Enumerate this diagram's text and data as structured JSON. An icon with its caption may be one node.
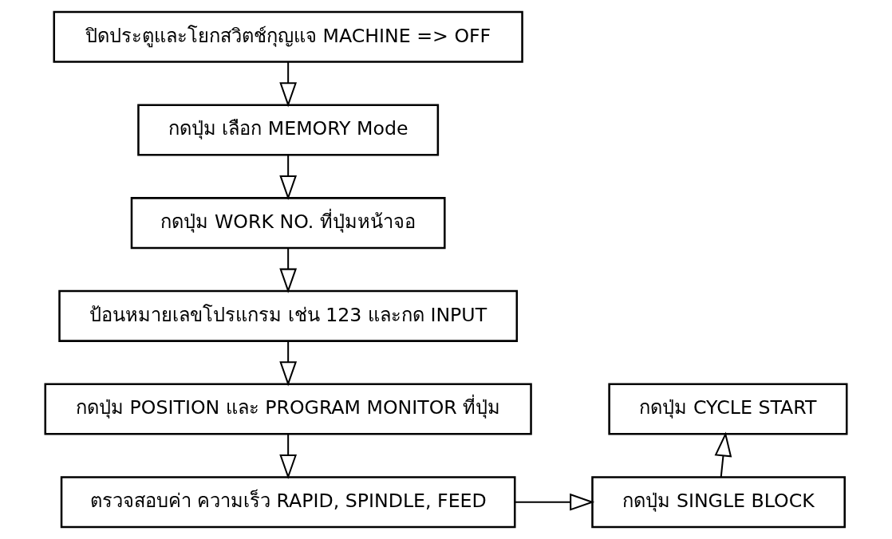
{
  "diagram": {
    "nodes": [
      {
        "text": [
          "ปิดประตูและโยกสวิตช์กุญแจ MACHINE => OFF"
        ]
      },
      {
        "text": [
          "กดปุ่ม เลือก MEMORY Mode"
        ]
      },
      {
        "text": [
          "กดปุ่ม WORK NO. ที่ปุ่มหน้าจอ"
        ]
      },
      {
        "text": [
          "ป้อนหมายเลขโปรแกรม เช่น 123 และกด INPUT"
        ]
      },
      {
        "text": [
          "กดปุ่ม POSITION และ PROGRAM MONITOR ที่ปุ่ม"
        ]
      },
      {
        "text": [
          "ตรวจสอบค่า ความเร็ว RAPID, SPINDLE, FEED"
        ]
      },
      {
        "text": [
          "กดปุ่ม CYCLE START"
        ]
      },
      {
        "text": [
          "กดปุ่ม SINGLE BLOCK"
        ]
      }
    ],
    "edges": [
      {
        "from": 0,
        "to": 1,
        "arrow": "to"
      },
      {
        "from": 1,
        "to": 2,
        "arrow": "to"
      },
      {
        "from": 2,
        "to": 3,
        "arrow": "to"
      },
      {
        "from": 3,
        "to": 4,
        "arrow": "to"
      },
      {
        "from": 4,
        "to": 5,
        "arrow": "to"
      },
      {
        "from": 5,
        "to": 7,
        "arrow": "to"
      },
      {
        "from": 7,
        "to": 6,
        "arrow": "to"
      }
    ]
  }
}
